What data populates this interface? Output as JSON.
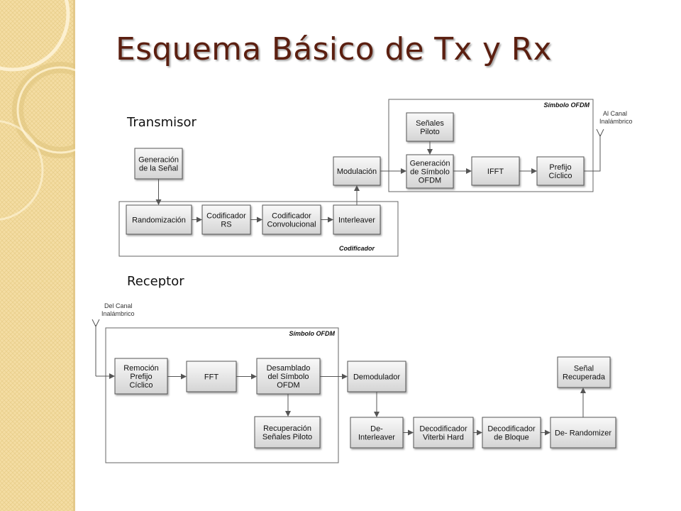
{
  "slide": {
    "title": "Esquema Básico de Tx y Rx",
    "transmitter_label": "Transmisor",
    "receiver_label": "Receptor"
  },
  "tx": {
    "frame_ofdm": "Símbolo OFDM",
    "frame_coder": "Codificador",
    "antenna_label": [
      "Al Canal",
      "Inalámbrico"
    ],
    "boxes": {
      "generacion_senal": [
        "Generación",
        "de la Señal"
      ],
      "randomizacion": [
        "Randomización"
      ],
      "codificador_rs": [
        "Codificador",
        "RS"
      ],
      "codificador_conv": [
        "Codificador",
        "Convolucional"
      ],
      "interleaver": [
        "Interleaver"
      ],
      "modulacion": [
        "Modulación"
      ],
      "senales_piloto": [
        "Señales",
        "Piloto"
      ],
      "generacion_simbolo": [
        "Generación",
        "de Símbolo",
        "OFDM"
      ],
      "ifft": [
        "IFFT"
      ],
      "prefijo_ciclico": [
        "Prefijo",
        "Cíclico"
      ]
    }
  },
  "rx": {
    "frame_ofdm": "Símbolo OFDM",
    "antenna_label": [
      "Del Canal",
      "Inalámbrico"
    ],
    "boxes": {
      "remocion_prefijo": [
        "Remoción",
        "Prefijo",
        "Cíclico"
      ],
      "fft": [
        "FFT"
      ],
      "desamblado": [
        "Desamblado",
        "del Símbolo",
        "OFDM"
      ],
      "recuperacion_piloto": [
        "Recuperación",
        "Señales Piloto"
      ],
      "demodulador": [
        "Demodulador"
      ],
      "de_interleaver": [
        "De-",
        "Interleaver"
      ],
      "viterbi": [
        "Decodificador",
        "Viterbi Hard"
      ],
      "bloque": [
        "Decodificador",
        "de Bloque"
      ],
      "de_randomizer": [
        "De- Randomizer"
      ],
      "senal_recuperada": [
        "Señal",
        "Recuperada"
      ]
    }
  },
  "colors": {
    "title": "#5b1f10",
    "sidebar": "#f5dfa6",
    "box_fill_top": "#f8f8f8",
    "box_fill_bottom": "#d6d6d6"
  }
}
